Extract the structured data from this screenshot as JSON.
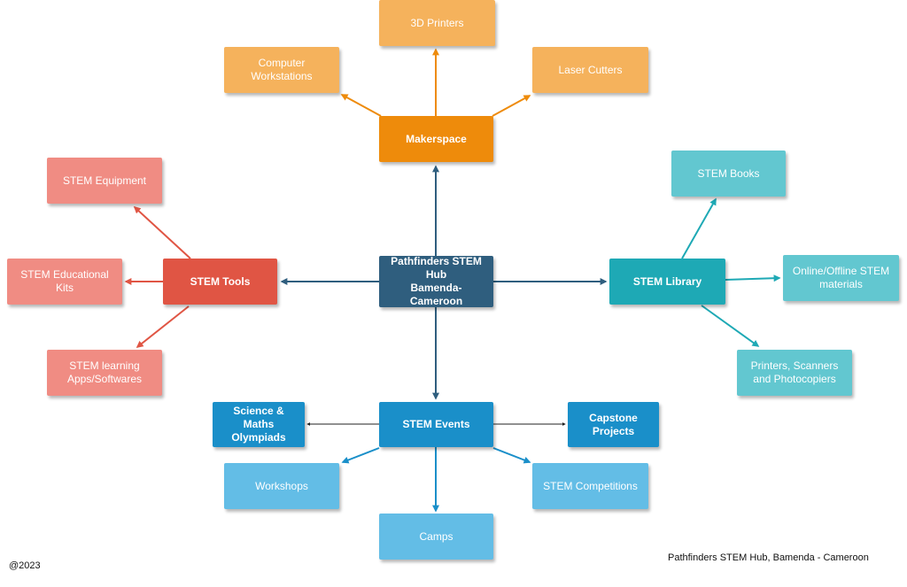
{
  "colors": {
    "hub": "#2f5e7e",
    "maker": "#ee8b0b",
    "maker_child": "#f5b25c",
    "maker_arrow": "#ee8b0b",
    "tools": "#e05544",
    "tools_child": "#f08c83",
    "tools_arrow": "#e05544",
    "library": "#1ea9b5",
    "library_child": "#62c7d0",
    "library_arrow": "#1ea9b5",
    "events": "#1a8fc9",
    "events_bold_child": "#1a8fc9",
    "events_child": "#63bde6",
    "events_arrow": "#1a8fc9",
    "hub_arrow": "#2f5e7e",
    "black_arrow": "#222222"
  },
  "nodes": {
    "hub": {
      "label": "Pathfinders STEM\nHub\nBamenda-Cameroon"
    },
    "makerspace": {
      "label": "Makerspace"
    },
    "printers_3d": {
      "label": "3D Printers"
    },
    "computer_workstations": {
      "label": "Computer\nWorkstations"
    },
    "laser_cutters": {
      "label": "Laser Cutters"
    },
    "stem_tools": {
      "label": "STEM Tools"
    },
    "stem_equipment": {
      "label": "STEM Equipment"
    },
    "stem_kits": {
      "label": "STEM Educational\nKits"
    },
    "stem_apps": {
      "label": "STEM learning\nApps/Softwares"
    },
    "stem_library": {
      "label": "STEM Library"
    },
    "stem_books": {
      "label": "STEM Books"
    },
    "online_materials": {
      "label": "Online/Offline STEM\nmaterials"
    },
    "printers_scanners": {
      "label": "Printers, Scanners\nand Photocopiers"
    },
    "stem_events": {
      "label": "STEM Events"
    },
    "olympiads": {
      "label": "Science & Maths\nOlympiads"
    },
    "capstone": {
      "label": "Capstone\nProjects"
    },
    "workshops": {
      "label": "Workshops"
    },
    "competitions": {
      "label": "STEM Competitions"
    },
    "camps": {
      "label": "Camps"
    }
  },
  "footer": {
    "copyright": "@2023",
    "credit": "Pathfinders STEM Hub, Bamenda - Cameroon"
  }
}
